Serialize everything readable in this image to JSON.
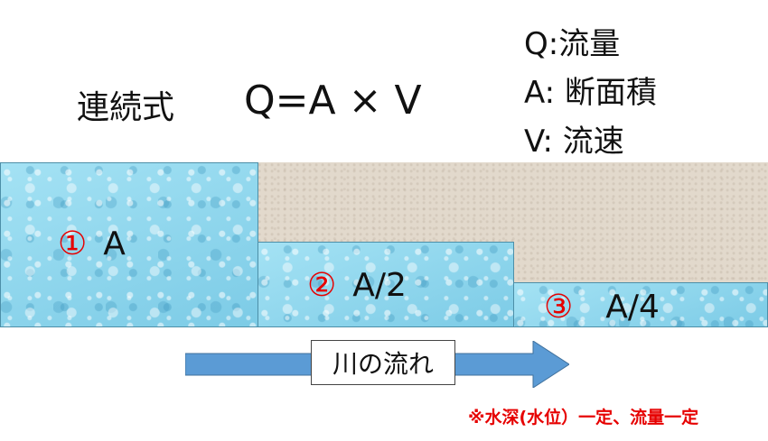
{
  "title": "連続式",
  "formula": "Q=A × V",
  "legend": [
    "Q:流量",
    "A: 断面積",
    "V: 流速"
  ],
  "sections": [
    {
      "number": "①",
      "area_label": "A"
    },
    {
      "number": "②",
      "area_label": "A/2"
    },
    {
      "number": "③",
      "area_label": "A/4"
    }
  ],
  "flow_label": "川の流れ",
  "note": "※水深(水位）一定、流量一定",
  "colors": {
    "water": "#8fd8ee",
    "sand": "#e2d9cc",
    "arrow": "#5b9bd5",
    "accent_red": "#e60000"
  }
}
